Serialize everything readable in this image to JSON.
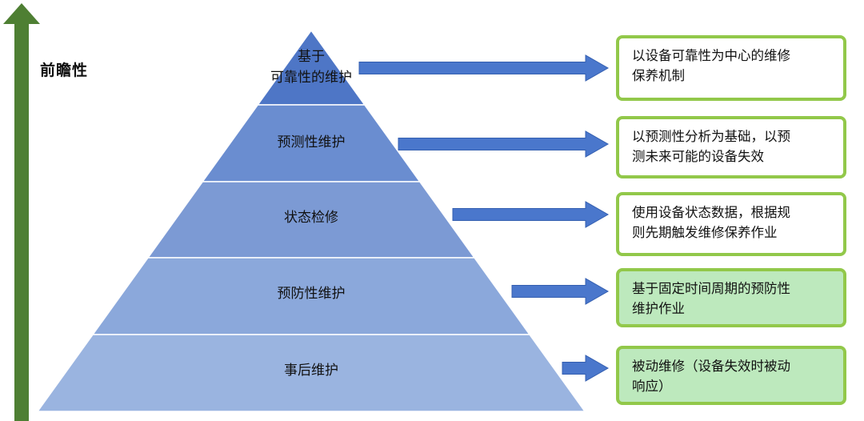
{
  "axis": {
    "label": "前瞻性",
    "color": "#4e7f33"
  },
  "colors": {
    "arrow_fill": "#4a77cc",
    "arrow_stroke": "#345fb0",
    "level_fills": [
      "#4e76c6",
      "#6a8dd0",
      "#7c9ad4",
      "#8ba8db",
      "#9ab4e0"
    ],
    "box_border": "#92c84a",
    "box_shaded_fill": "#bde9bd"
  },
  "levels": [
    {
      "lines": [
        "基于",
        "可靠性的维护"
      ],
      "description": [
        "以设备可靠性为中心的维修",
        "保养机制"
      ],
      "shaded": false
    },
    {
      "lines": [
        "预测性维护"
      ],
      "description": [
        "以预测性分析为基础，以预",
        "测未来可能的设备失效"
      ],
      "shaded": false
    },
    {
      "lines": [
        "状态检修"
      ],
      "description": [
        "使用设备状态数据，根据规",
        "则先期触发维修保养作业"
      ],
      "shaded": false
    },
    {
      "lines": [
        "预防性维护"
      ],
      "description": [
        "基于固定时间周期的预防性",
        "维护作业"
      ],
      "shaded": true
    },
    {
      "lines": [
        "事后维护"
      ],
      "description": [
        "被动维修（设备失效时被动",
        "响应）"
      ],
      "shaded": true
    }
  ]
}
